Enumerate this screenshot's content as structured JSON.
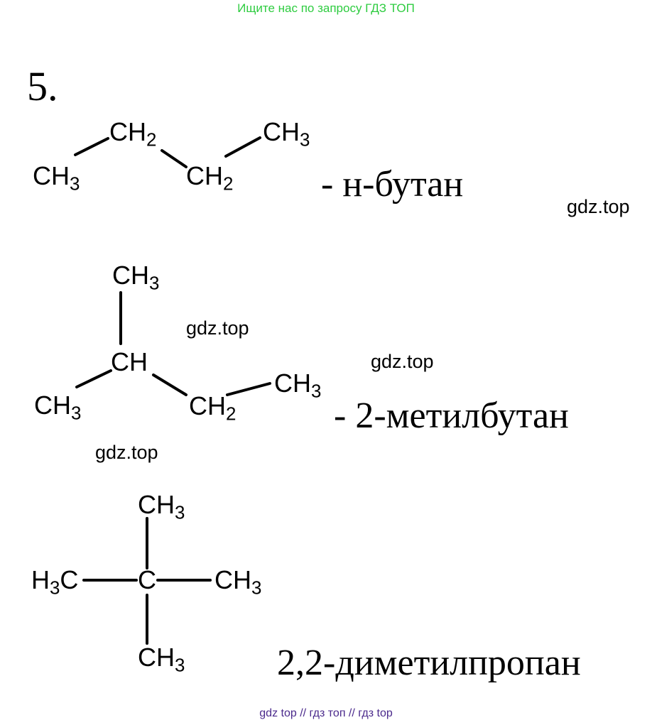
{
  "header": {
    "banner": "Ищите нас по запросу ГДЗ ТОП"
  },
  "task_number": "5.",
  "molecules": {
    "butane": {
      "groups": {
        "ch3_left": "CH",
        "ch2_a": "CH",
        "ch2_b": "CH",
        "ch3_right": "CH"
      },
      "subscripts": {
        "ch3_left": "3",
        "ch2_a": "2",
        "ch2_b": "2",
        "ch3_right": "3"
      },
      "name": "- н-бутан"
    },
    "methylbutane": {
      "groups": {
        "ch3_top": "CH",
        "ch_center": "CH",
        "ch3_left": "CH",
        "ch2": "CH",
        "ch3_right": "CH"
      },
      "subscripts": {
        "ch3_top": "3",
        "ch3_left": "3",
        "ch2": "2",
        "ch3_right": "3"
      },
      "name": "- 2-метилбутан"
    },
    "dimethylpropane": {
      "groups": {
        "ch3_top": "CH",
        "h3c_left_h": "H",
        "h3c_left_c": "C",
        "c_center": "C",
        "ch3_right": "CH",
        "ch3_bottom": "CH"
      },
      "subscripts": {
        "ch3_top": "3",
        "h3c_left": "3",
        "ch3_right": "3",
        "ch3_bottom": "3"
      },
      "name": "2,2-диметилпропан"
    }
  },
  "watermarks": [
    "gdz.top",
    "gdz.top",
    "gdz.top",
    "gdz.top"
  ],
  "footer": {
    "banner": "gdz top  //  гдз топ  //  гдз top"
  }
}
